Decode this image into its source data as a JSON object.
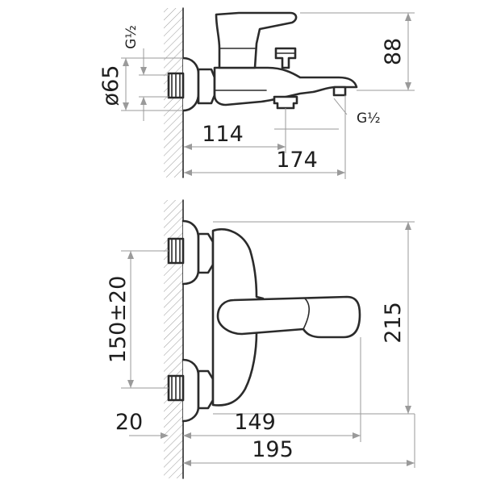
{
  "side_view": {
    "dim_width_total": "174",
    "dim_outlet_offset": "114",
    "dim_height": "88",
    "dim_flange_diameter": "ø65",
    "thread_inlet": "G½",
    "thread_outlet": "G½"
  },
  "front_view": {
    "dim_inlet_spacing": "150±20",
    "dim_total_height": "215",
    "dim_wall_offset": "20",
    "dim_body_width": "149",
    "dim_total_width": "195"
  },
  "colors": {
    "outline": "#2b2b2b",
    "dimension_lines": "#9a9a9a",
    "text": "#1e1e1e"
  }
}
